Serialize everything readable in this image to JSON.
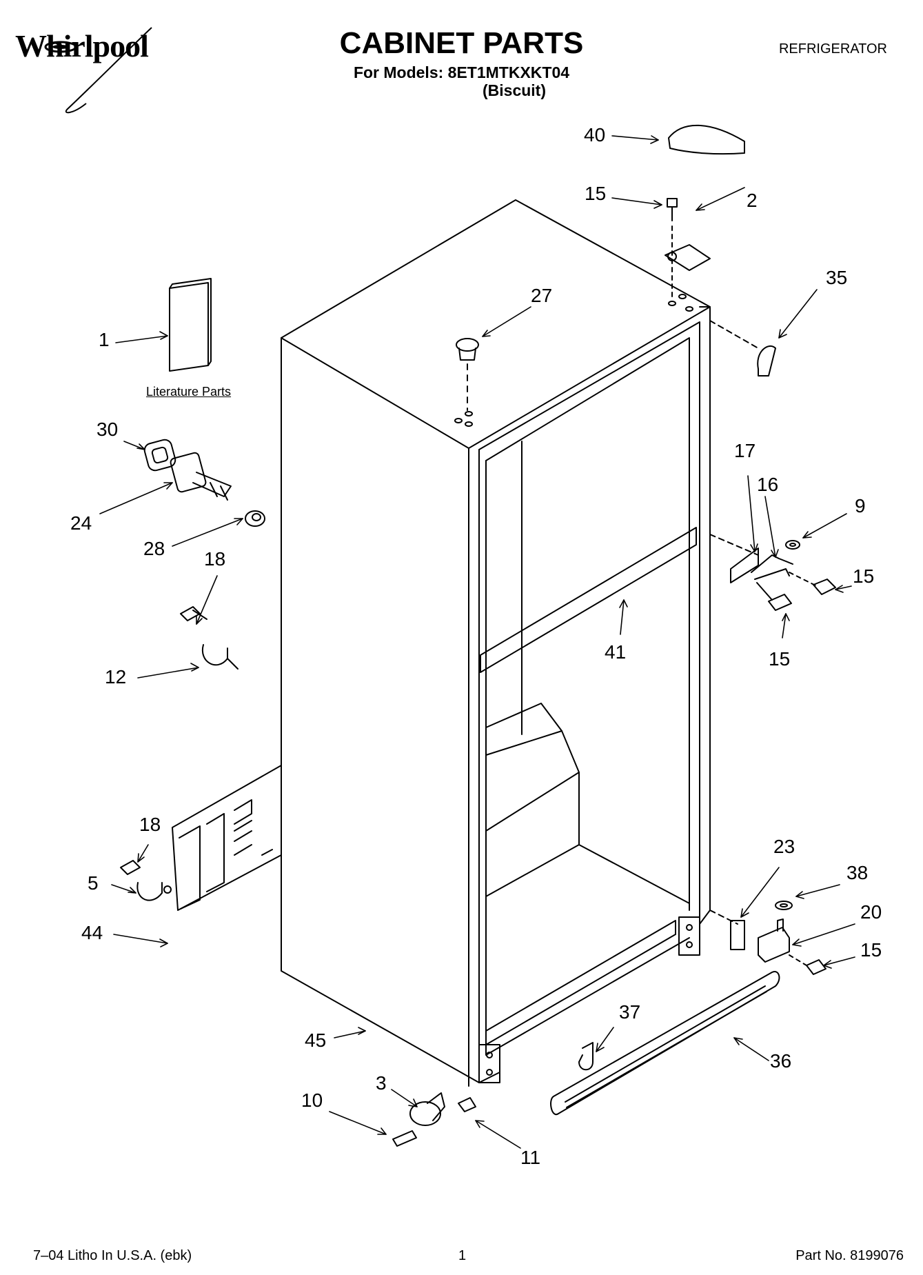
{
  "header": {
    "brand": "Whirlpool",
    "title": "CABINET PARTS",
    "models_line": "For Models: 8ET1MTKXKT04",
    "color": "(Biscuit)",
    "product": "REFRIGERATOR"
  },
  "literature_label": "Literature Parts",
  "callouts": [
    "40",
    "15",
    "2",
    "35",
    "27",
    "1",
    "30",
    "24",
    "28",
    "18",
    "12",
    "17",
    "16",
    "9",
    "15",
    "15",
    "41",
    "18",
    "5",
    "44",
    "23",
    "38",
    "20",
    "15",
    "45",
    "37",
    "36",
    "3",
    "10",
    "11"
  ],
  "footer": {
    "litho": "7–04 Litho In U.S.A. (ebk)",
    "page": "1",
    "part_no": "Part No. 8199076"
  }
}
